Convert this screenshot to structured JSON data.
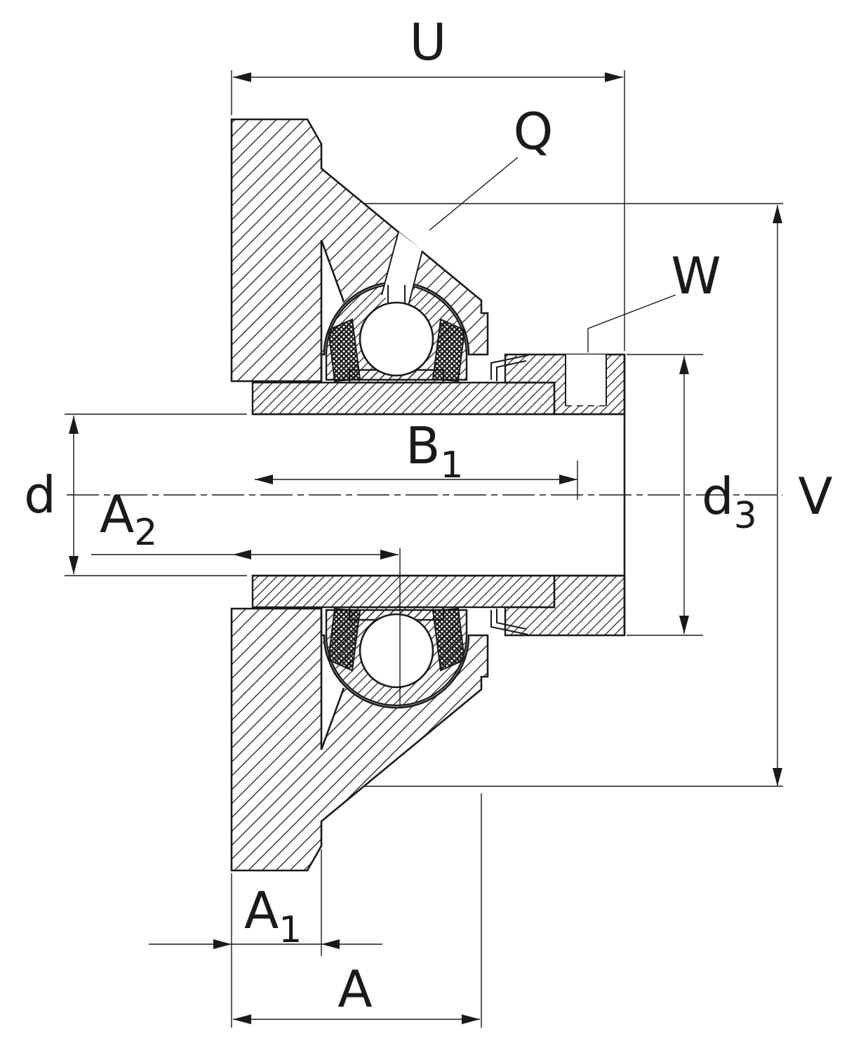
{
  "labels": {
    "u": {
      "text": "U"
    },
    "q": {
      "text": "Q"
    },
    "w": {
      "text": "W"
    },
    "d": {
      "text": "d"
    },
    "a2": {
      "main": "A",
      "sub": "2"
    },
    "b1": {
      "main": "B",
      "sub": "1"
    },
    "d3": {
      "main": "d",
      "sub": "3"
    },
    "v": {
      "text": "V"
    },
    "a1": {
      "main": "A",
      "sub": "1"
    },
    "a": {
      "text": "A"
    }
  },
  "colors": {
    "ink": "#1a1a1a",
    "background": "#ffffff"
  }
}
